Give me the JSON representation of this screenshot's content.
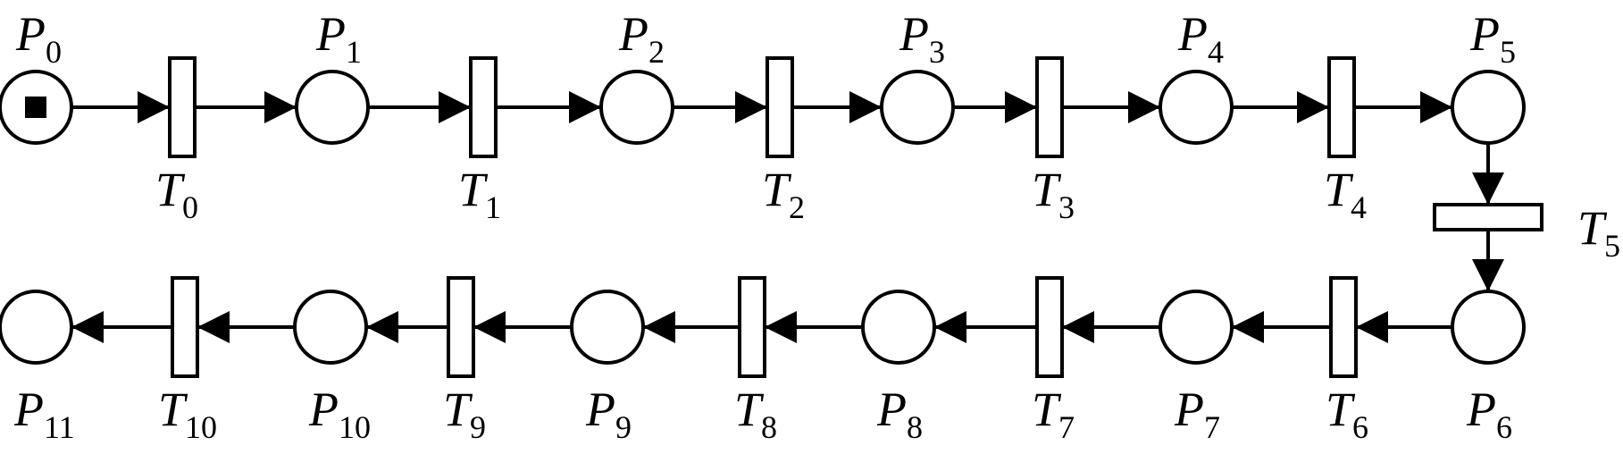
{
  "petri_net": {
    "label_letter_place": "P",
    "label_letter_transition": "T",
    "places": [
      {
        "id": "P0",
        "sub": "0",
        "tokens": 1
      },
      {
        "id": "P1",
        "sub": "1",
        "tokens": 0
      },
      {
        "id": "P2",
        "sub": "2",
        "tokens": 0
      },
      {
        "id": "P3",
        "sub": "3",
        "tokens": 0
      },
      {
        "id": "P4",
        "sub": "4",
        "tokens": 0
      },
      {
        "id": "P5",
        "sub": "5",
        "tokens": 0
      },
      {
        "id": "P6",
        "sub": "6",
        "tokens": 0
      },
      {
        "id": "P7",
        "sub": "7",
        "tokens": 0
      },
      {
        "id": "P8",
        "sub": "8",
        "tokens": 0
      },
      {
        "id": "P9",
        "sub": "9",
        "tokens": 0
      },
      {
        "id": "P10",
        "sub": "10",
        "tokens": 0
      },
      {
        "id": "P11",
        "sub": "11",
        "tokens": 0
      }
    ],
    "transitions": [
      {
        "id": "T0",
        "sub": "0",
        "from": "P0",
        "to": "P1"
      },
      {
        "id": "T1",
        "sub": "1",
        "from": "P1",
        "to": "P2"
      },
      {
        "id": "T2",
        "sub": "2",
        "from": "P2",
        "to": "P3"
      },
      {
        "id": "T3",
        "sub": "3",
        "from": "P3",
        "to": "P4"
      },
      {
        "id": "T4",
        "sub": "4",
        "from": "P4",
        "to": "P5"
      },
      {
        "id": "T5",
        "sub": "5",
        "from": "P5",
        "to": "P6"
      },
      {
        "id": "T6",
        "sub": "6",
        "from": "P6",
        "to": "P7"
      },
      {
        "id": "T7",
        "sub": "7",
        "from": "P7",
        "to": "P8"
      },
      {
        "id": "T8",
        "sub": "8",
        "from": "P8",
        "to": "P9"
      },
      {
        "id": "T9",
        "sub": "9",
        "from": "P9",
        "to": "P10"
      },
      {
        "id": "T10",
        "sub": "10",
        "from": "P10",
        "to": "P11"
      }
    ]
  }
}
